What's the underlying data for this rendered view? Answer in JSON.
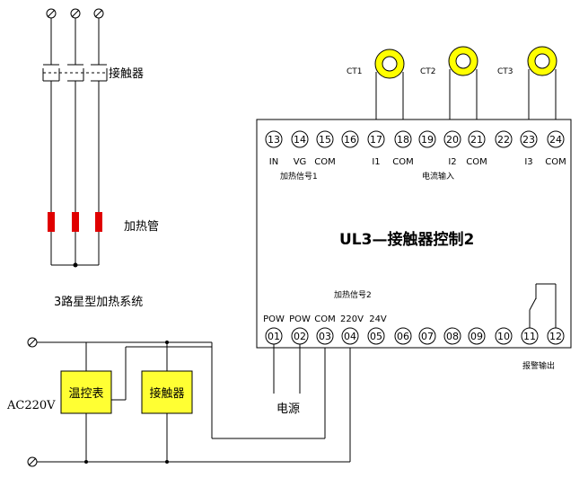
{
  "colors": {
    "ct_ring": "#ffff00",
    "heater": "#e00000",
    "box_fill": "#ffff33",
    "line": "#000000"
  },
  "labels": {
    "contactor_top": "接触器",
    "heater_tube": "加热管",
    "caption": "3路星型加热系统",
    "ac_supply": "AC220V",
    "thermostat": "温控表",
    "contactor_box": "接触器",
    "module_title": "UL3—接触器控制2",
    "heat_signal_1": "加热信号1",
    "heat_signal_2": "加热信号2",
    "current_input": "电流输入",
    "power": "电源",
    "alarm_output": "报警输出"
  },
  "ct_labels": [
    "CT1",
    "CT2",
    "CT3"
  ],
  "top_terminals": [
    "13",
    "14",
    "15",
    "16",
    "17",
    "18",
    "19",
    "20",
    "21",
    "22",
    "23",
    "24"
  ],
  "top_terminal_labels": [
    "IN",
    "VG",
    "COM",
    "I1",
    "COM",
    "I2",
    "COM",
    "I3",
    "COM"
  ],
  "bottom_terminals": [
    "01",
    "02",
    "03",
    "04",
    "05",
    "06",
    "07",
    "08",
    "09",
    "10",
    "11",
    "12"
  ],
  "bottom_terminal_labels": [
    "POW",
    "POW",
    "COM",
    "220V",
    "24V"
  ]
}
